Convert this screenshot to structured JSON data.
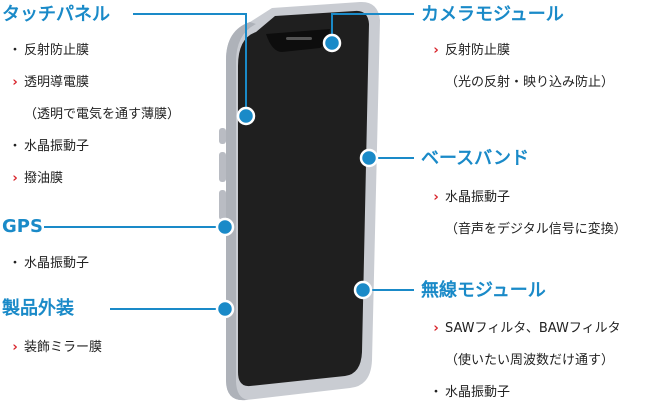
{
  "colors": {
    "accent": "#1a8ac8",
    "arrow": "#d8232a",
    "phone_frame": "#c9ccd2",
    "phone_screen": "#1f1f1f"
  },
  "sections": {
    "touch_panel": {
      "title": "タッチパネル",
      "items": [
        {
          "marker": "bullet",
          "text": "反射防止膜"
        },
        {
          "marker": "arrow",
          "text": "透明導電膜"
        },
        {
          "marker": "none",
          "text": "（透明で電気を通す薄膜）"
        },
        {
          "marker": "bullet",
          "text": "水晶振動子"
        },
        {
          "marker": "arrow",
          "text": "撥油膜"
        }
      ]
    },
    "gps": {
      "title": "GPS",
      "items": [
        {
          "marker": "bullet",
          "text": "水晶振動子"
        }
      ]
    },
    "exterior": {
      "title": "製品外装",
      "items": [
        {
          "marker": "arrow",
          "text": "装飾ミラー膜"
        }
      ]
    },
    "camera_module": {
      "title": "カメラモジュール",
      "items": [
        {
          "marker": "arrow",
          "text": "反射防止膜"
        },
        {
          "marker": "none",
          "text": "（光の反射・映り込み防止）"
        }
      ]
    },
    "baseband": {
      "title": "ベースバンド",
      "items": [
        {
          "marker": "arrow",
          "text": "水晶振動子"
        },
        {
          "marker": "none",
          "text": "（音声をデジタル信号に変換）"
        }
      ]
    },
    "wireless_module": {
      "title": "無線モジュール",
      "items": [
        {
          "marker": "arrow",
          "text": "SAWフィルタ、BAWフィルタ"
        },
        {
          "marker": "none",
          "text": "（使いたい周波数だけ通す）"
        },
        {
          "marker": "bullet",
          "text": "水晶振動子"
        }
      ]
    }
  }
}
